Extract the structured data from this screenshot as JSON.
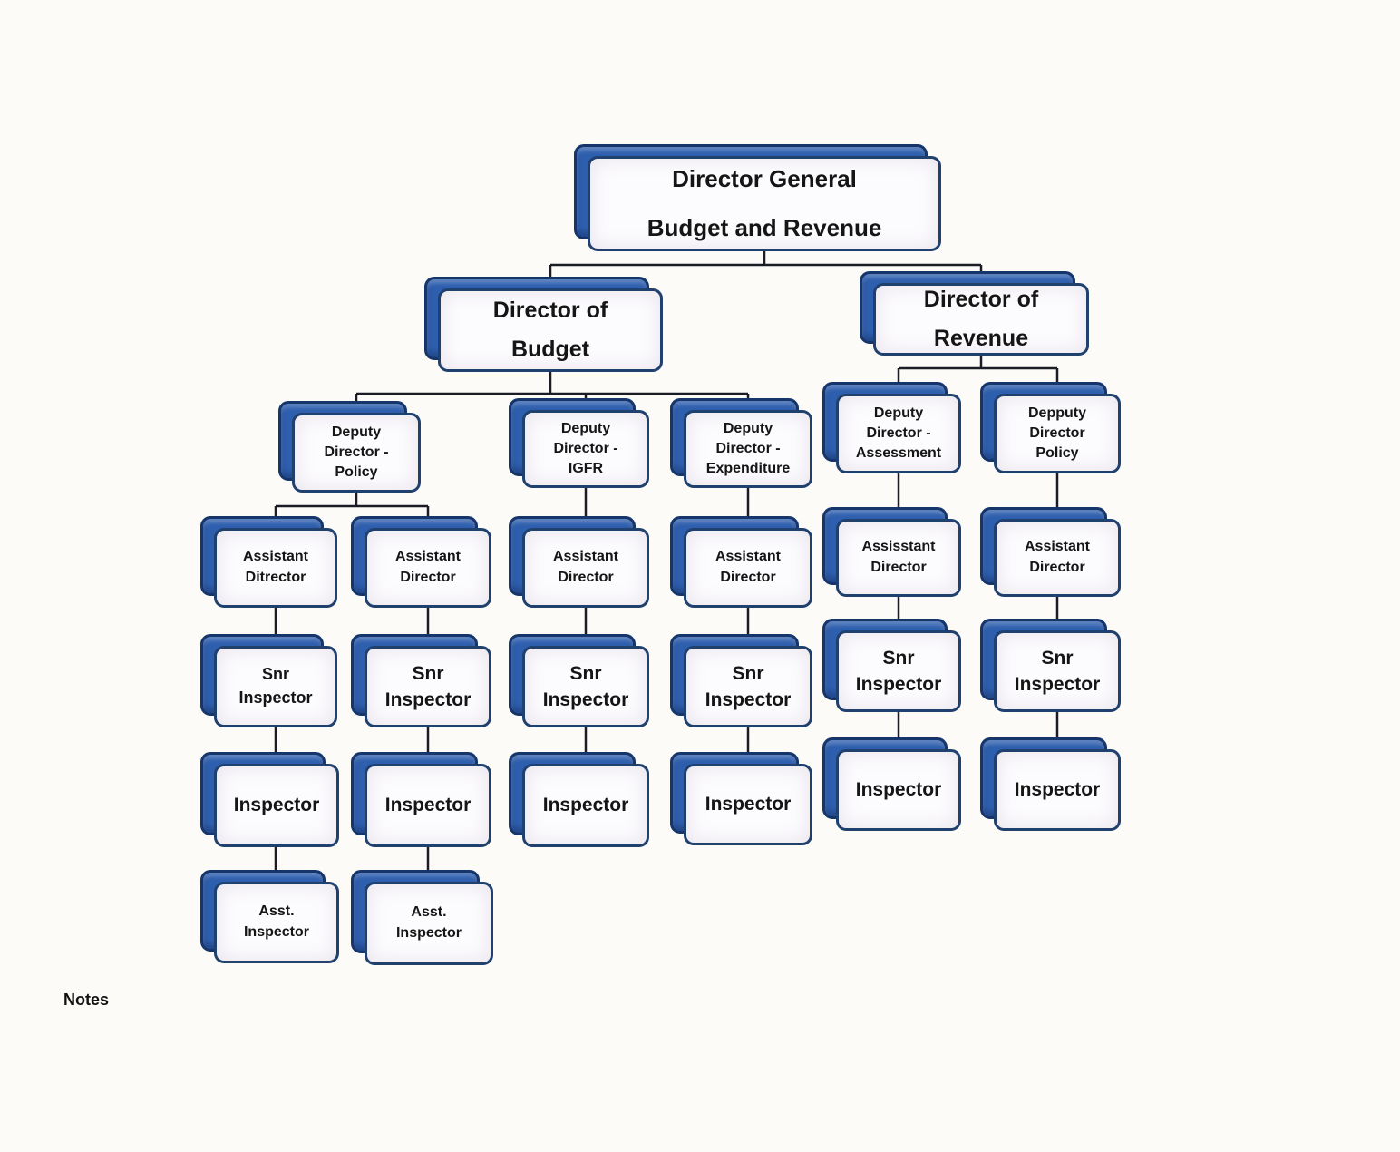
{
  "document": {
    "notes_label": "Notes"
  },
  "colors": {
    "box_shadow_blue": "#2e5fae",
    "box_border_navy": "#20406e",
    "connector_line": "#1c1c26",
    "paper_background": "#fcfbf8"
  },
  "org": {
    "root": "Director General\nBudget and Revenue",
    "directors": [
      "Director of\nBudget",
      "Director of\nRevenue"
    ],
    "deputies": [
      "Deputy\nDirector -\nPolicy",
      "Deputy\nDirector -\nIGFR",
      "Deputy\nDirector -\nExpenditure",
      "Deputy\nDirector -\nAssessment",
      "Depputy\nDirector\nPolicy"
    ],
    "assistants": [
      "Assistant\nDitrector",
      "Assistant\nDirector",
      "Assistant\nDirector",
      "Assistant\nDirector",
      "Assisstant\nDirector",
      "Assistant\nDirector"
    ],
    "snr_inspectors": [
      "Snr\nInspector",
      "Snr\nInspector",
      "Snr\nInspector",
      "Snr\nInspector",
      "Snr\nInspector",
      "Snr\nInspector"
    ],
    "inspectors": [
      "Inspector",
      "Inspector",
      "Inspector",
      "Inspector",
      "Inspector",
      "Inspector"
    ],
    "asst_inspectors": [
      "Asst.\nInspector",
      "Asst.\nInspector"
    ]
  }
}
